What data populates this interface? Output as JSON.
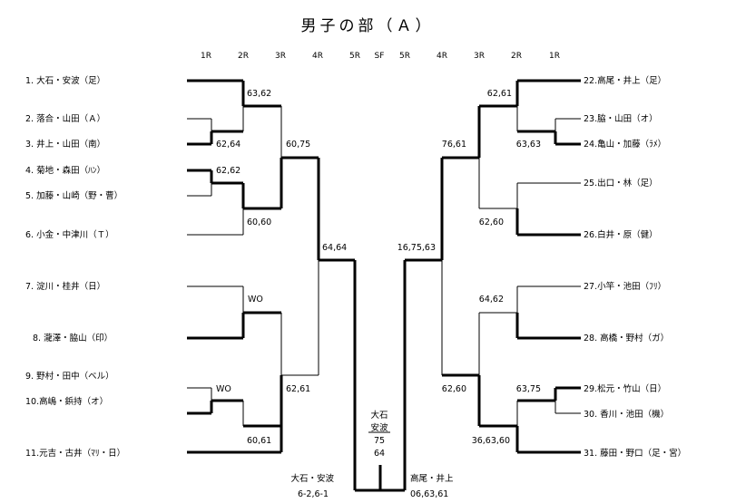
{
  "title": "男子の部（Ａ）",
  "rounds_left": [
    "1R",
    "2R",
    "3R",
    "4R",
    "5R"
  ],
  "rounds_sf": "SF",
  "rounds_right": [
    "5R",
    "4R",
    "3R",
    "2R",
    "1R"
  ],
  "left_entries": [
    "1. 大石・安波（足）",
    "2. 落合・山田（Ａ）",
    "3. 井上・山田（南）",
    "4. 菊地・森田（ﾊﾝ）",
    "5. 加藤・山崎（野・曹）",
    "6. 小金・中津川（Ｔ）",
    "7. 淀川・桂井（日）",
    "8. 瀧澤・脇山（印）",
    "9. 野村・田中（ベル）",
    "10.高嶋・鋲持（オ）",
    "11.元吉・古井（ﾏﾘ・日）"
  ],
  "right_entries": [
    "22.高尾・井上（足）",
    "23.脇・山田（オ）",
    "24.亀山・加藤（ﾗﾒ）",
    "25.出口・林（足）",
    "26.白井・原（健）",
    "27.小竿・池田（ﾌﾘ）",
    "28. 高橋・野村（ガ）",
    "29.松元・竹山（日）",
    "30. 香川・池田（機）",
    "31. 藤田・野口（足・宮）"
  ],
  "scores": {
    "l_2r_a": "63,62",
    "l_1r_a": "62,64",
    "l_3r_a": "60,75",
    "l_1r_b": "62,62",
    "l_2r_b": "60,60",
    "l_4r": "64,64",
    "l_wo_a": "WO",
    "l_wo_b": "WO",
    "l_3r_b": "62,61",
    "l_2r_c": "60,61",
    "r_2r_a": "62,61",
    "r_3r_a": "76,61",
    "r_1r_a": "63,63",
    "r_2r_b": "62,60",
    "r_4r": "16,75,63",
    "r_2r_c": "64,62",
    "r_3r_b": "62,60",
    "r_1r_b": "63,75",
    "r_2r_d": "36,63,60"
  },
  "final": {
    "winner_line1": "大石",
    "winner_line2": "安波",
    "score_line1": "75",
    "score_line2": "64",
    "left_finalist": "大石・安波",
    "left_finalist_score": "6-2,6-1",
    "right_finalist": "高尾・井上",
    "right_finalist_score": "06,63,61"
  }
}
